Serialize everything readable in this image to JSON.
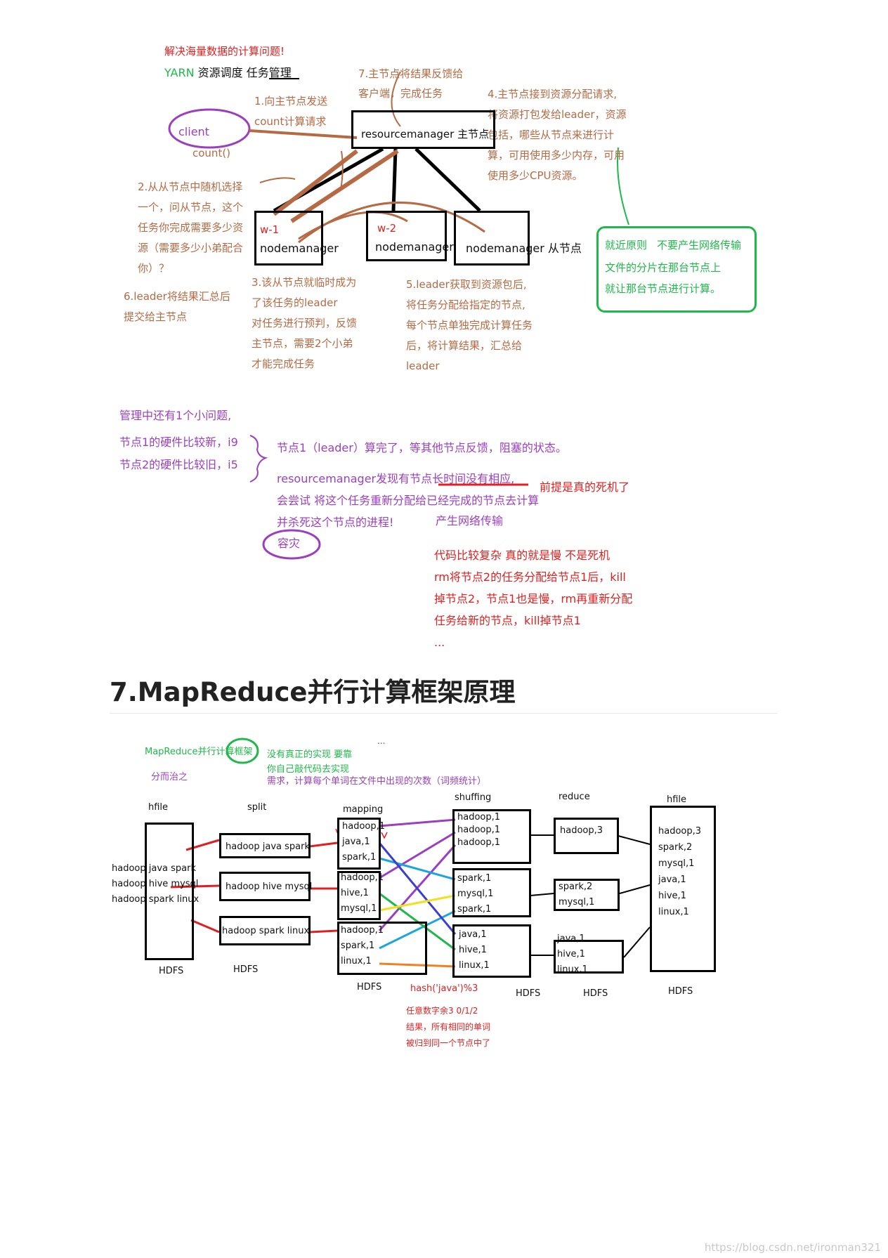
{
  "top": {
    "headline": "解决海量数据的计算问题!",
    "yarn_yarn": "YARN",
    "yarn_rest": " 资源调度 任务",
    "yarn_manage": "管理",
    "client": "client",
    "count": "count()",
    "step1": [
      "1.向主节点发送",
      "count计算请求"
    ],
    "step7": [
      "7.主节点将结果反馈给",
      "客户端，完成任务"
    ],
    "step4": [
      "4.主节点接到资源分配请求,",
      "将资源打包发给leader，资源",
      "包括，哪些从节点来进行计",
      "算，可用使用多少内存，可用",
      "使用多少CPU资源。"
    ],
    "rm_label": "resourcemanager 主节点",
    "step2": [
      "2.从从节点中随机选择",
      "一个，问从节点，这个",
      "任务你完成需要多少资",
      "源（需要多少小弟配合",
      "你）？"
    ],
    "w1": "w-1",
    "w2": "w-2",
    "nm1": "nodemanager",
    "nm2": "nodemanager",
    "nm3": "nodemanager 从节点",
    "near_title": "就近原则",
    "near_lines": [
      "不要产生网络传输",
      "文件的分片在那台节点上",
      "就让那台节点进行计算。"
    ],
    "step6": [
      "6.leader将结果汇总后",
      "提交给主节点"
    ],
    "step3": [
      "3.该从节点就临时成为",
      "了该任务的leader",
      "对任务进行预判，反馈",
      "主节点，需要2个小弟",
      "才能完成任务"
    ],
    "step5": [
      "5.leader获取到资源包后,",
      "将任务分配给指定的节点,",
      "每个节点单独完成计算任务",
      "后，将计算结果，汇总给",
      "leader"
    ]
  },
  "middle": {
    "issue": "管理中还有1个小问题,",
    "n1": "节点1的硬件比较新，i9",
    "n2": "节点2的硬件比较旧，i5",
    "p1": "节点1（leader）算完了，等其他节点反馈，阻塞的状态。",
    "p2a": "resourcemanager发现有节点",
    "p2b": "长时间没有相应",
    "p2c": ",",
    "p2note": "前提是真的死机了",
    "p3": "会尝试 将这个任务重新分配给已经完成的节点去计算",
    "p4": "并杀死这个节点的进程!",
    "p4note": "产生网络传输",
    "disaster": "容灾",
    "red_lines": [
      "代码比较复杂 真的就是慢  不是死机",
      "rm将节点2的任务分配给节点1后，kill",
      "掉节点2，节点1也是慢，rm再重新分配",
      "任务给新的节点，kill掉节点1",
      "..."
    ]
  },
  "section_title": "7.MapReduce并行计算框架原理",
  "mr": {
    "dots": "...",
    "framework": "MapReduce并行计算框架",
    "divide": "分而治之",
    "note1": "没有真正的实现 要靠",
    "note2": "你自己敲代码去实现",
    "note3": "需求，计算每个单词在文件中出现的次数（词频统计）",
    "headers": {
      "hfile1": "hfile",
      "split": "split",
      "mapping": "mapping",
      "shuffing": "shuffing",
      "reduce": "reduce",
      "hfile2": "hfile"
    },
    "hfile_lines": [
      "hadoop java spark",
      "hadoop hive mysql",
      "hadoop spark linux"
    ],
    "splits": [
      "hadoop java spark",
      "hadoop hive mysql",
      "hadoop spark linux"
    ],
    "map1": [
      "hadoop,1",
      "java,1",
      "spark,1"
    ],
    "map2": [
      "hadoop,1",
      "hive,1",
      "mysql,1"
    ],
    "map3": [
      "hadoop,1",
      "spark,1",
      "linux,1"
    ],
    "shuf1": [
      "hadoop,1",
      "hadoop,1",
      "hadoop,1"
    ],
    "shuf2": [
      "spark,1",
      "mysql,1",
      "spark,1"
    ],
    "shuf3": [
      "java,1",
      "hive,1",
      "linux,1"
    ],
    "red1": [
      "hadoop,3"
    ],
    "red2": [
      "spark,2",
      "mysql,1"
    ],
    "red3": [
      "java,1",
      "hive,1",
      "linux,1"
    ],
    "result": [
      "hadoop,3",
      "spark,2",
      "mysql,1",
      "java,1",
      "hive,1",
      "linux,1"
    ],
    "hdfs": "HDFS",
    "hash": "hash('java')%3",
    "hash_notes": [
      "任意数字余3 0/1/2",
      "结果，所有相同的单词",
      "被归到同一个节点中了"
    ]
  },
  "watermark": "https://blog.csdn.net/ironman321",
  "colors": {
    "brown": "#b56a44",
    "red": "#e02020",
    "purple": "#9b3fc0",
    "green": "#1fb84a"
  }
}
